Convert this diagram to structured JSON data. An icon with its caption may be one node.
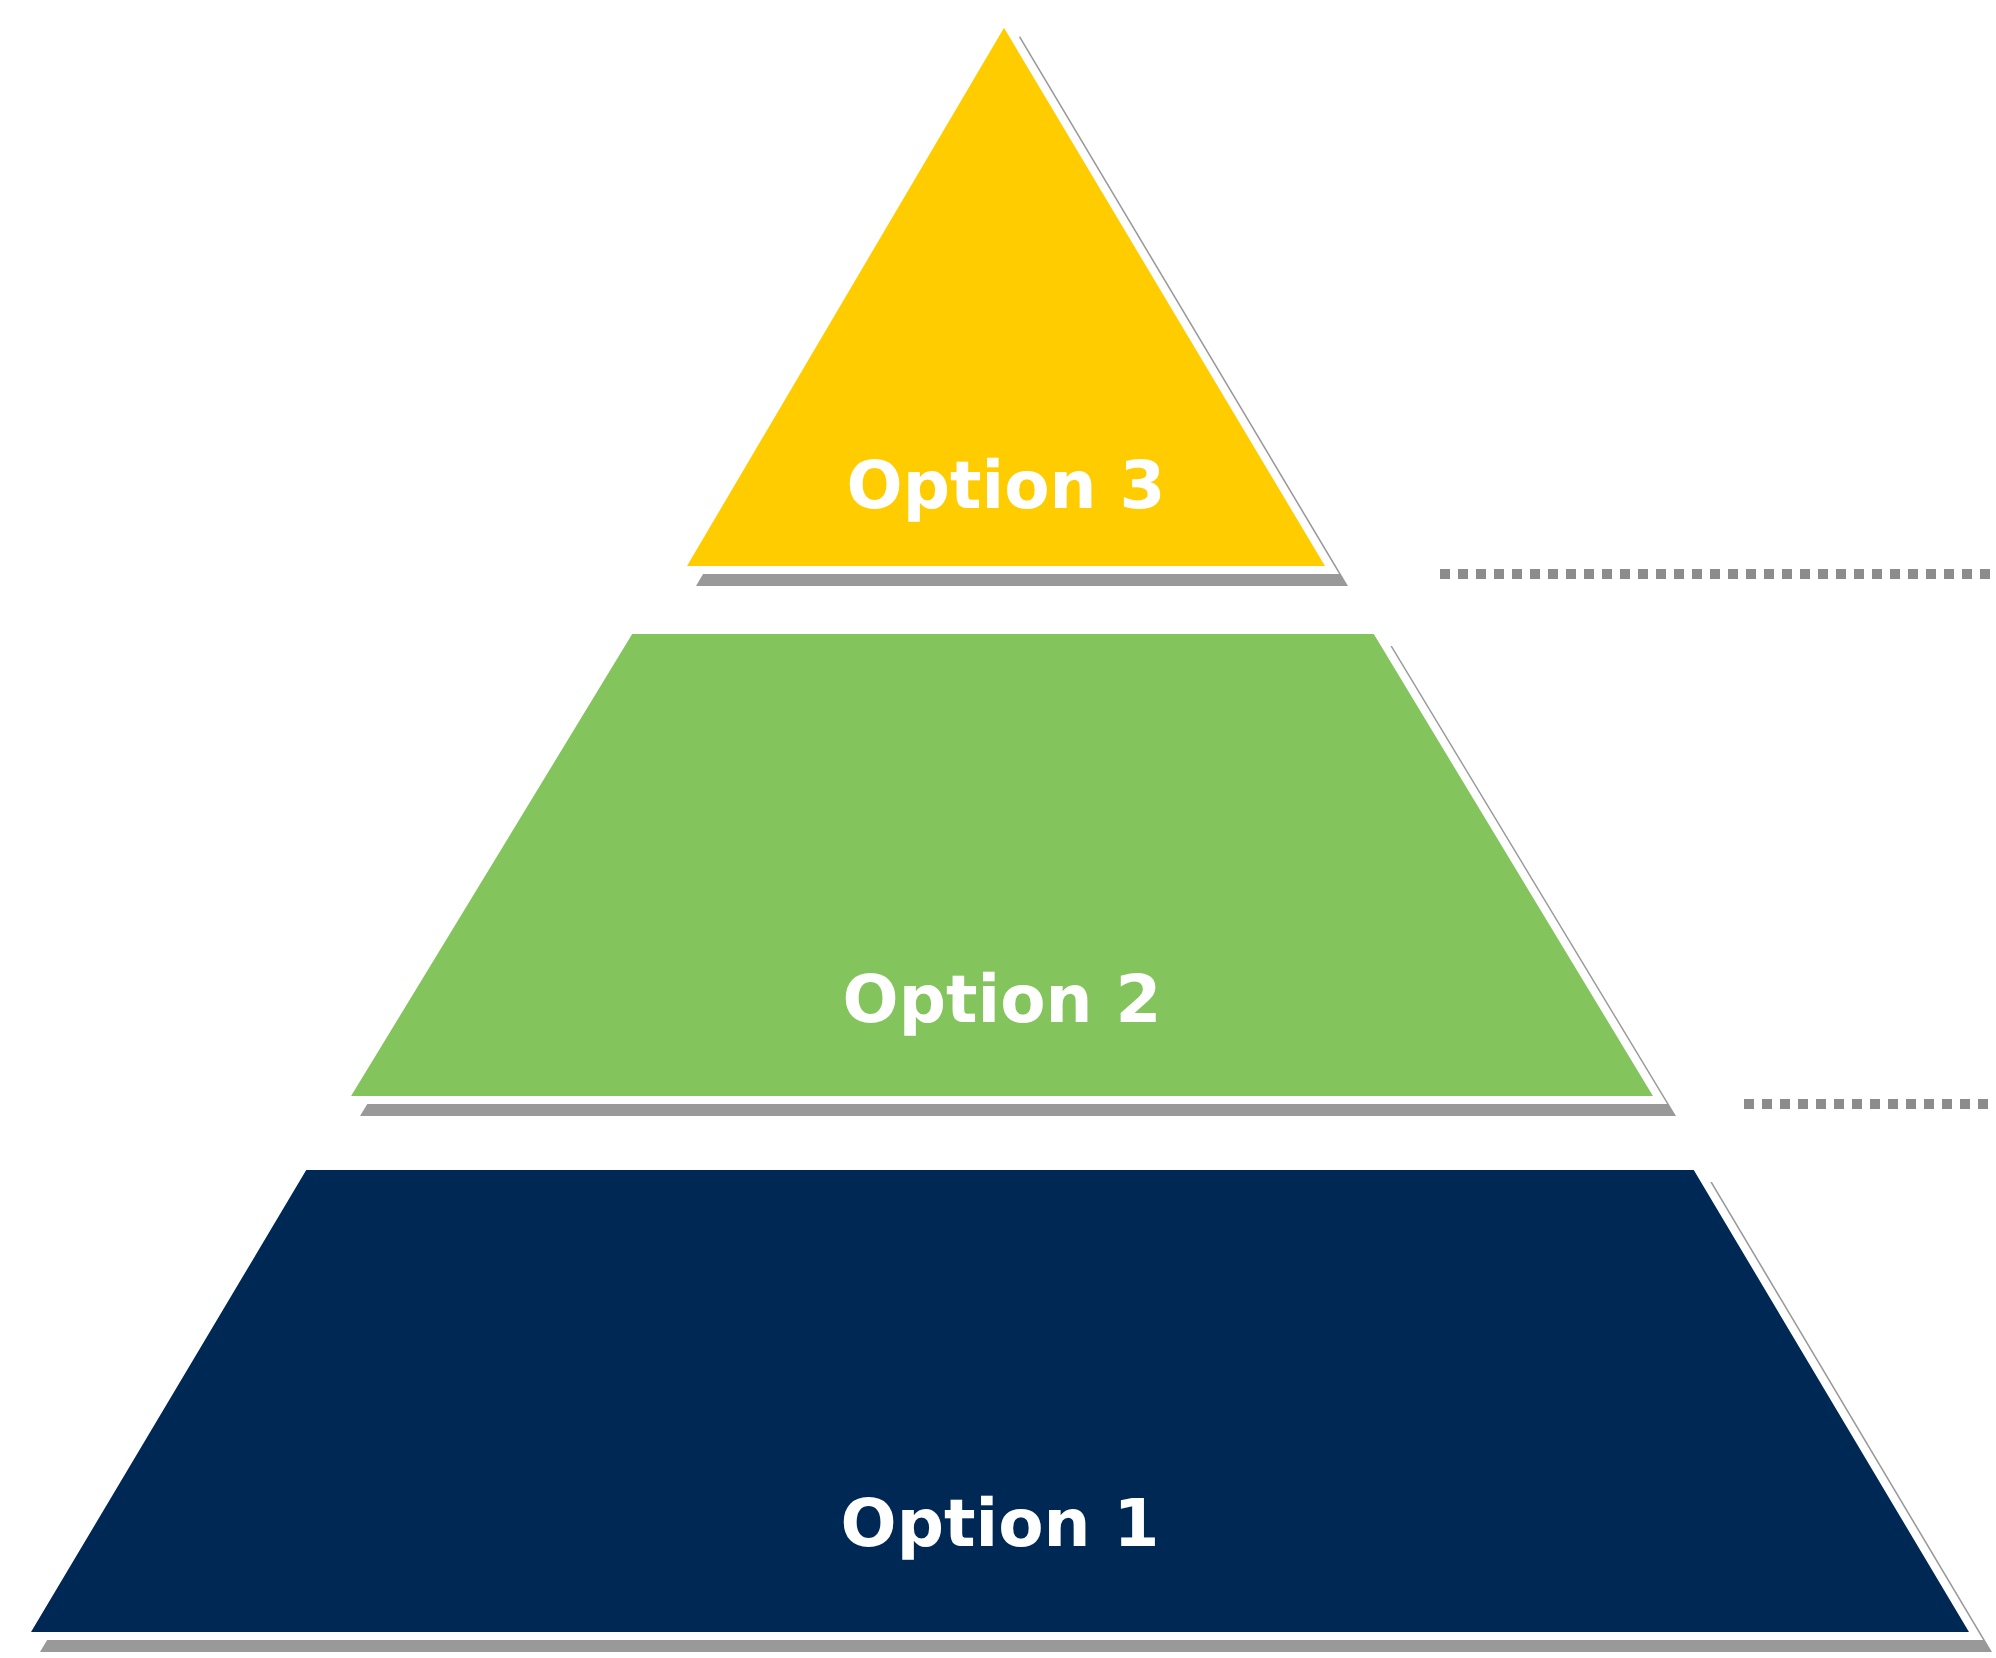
{
  "diagram": {
    "nodes": [
      {
        "text": [
          "Option 3"
        ]
      },
      {
        "text": [
          "Option 2"
        ]
      },
      {
        "text": [
          "Option 1"
        ]
      }
    ]
  }
}
